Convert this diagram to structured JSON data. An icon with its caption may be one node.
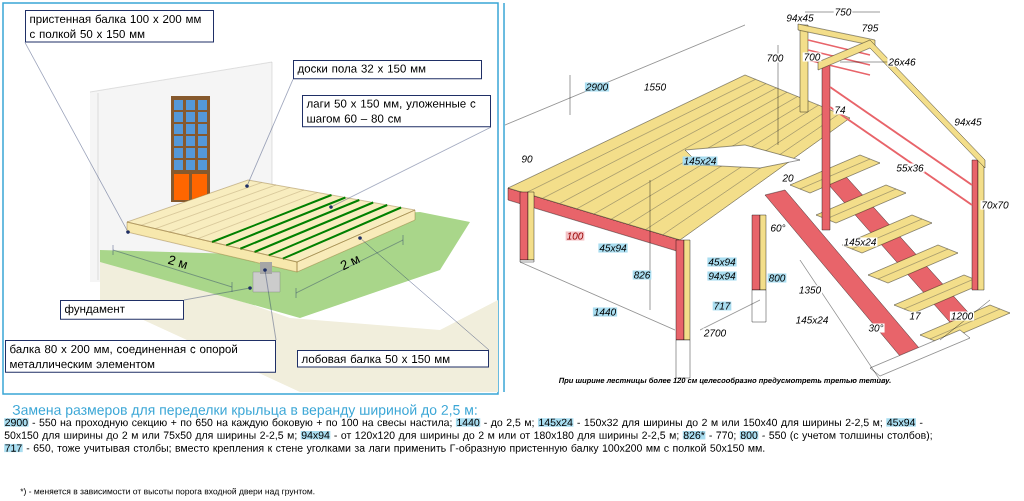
{
  "diagram": {
    "nodes": [
      {
        "text": [
          "пристенная балка 100 x 200 мм с полкой 50 x 150 мм"
        ]
      },
      {
        "text": [
          "доски пола 32 x 150 мм"
        ]
      },
      {
        "text": [
          "лаги 50 x 150 мм, уложенные с шагом 60 – 80 см"
        ]
      },
      {
        "text": [
          "фундамент"
        ]
      },
      {
        "text": [
          "балка 80 x 200 мм, соединенная с опорой металлическим элементом"
        ]
      },
      {
        "text": [
          "лобовая балка 50 x 150 мм"
        ]
      },
      {
        "text": [],
        "shape": "circle"
      },
      {
        "text": [],
        "shape": "circle"
      },
      {
        "text": [],
        "shape": "circle"
      },
      {
        "text": [],
        "shape": "circle"
      },
      {
        "text": [],
        "shape": "circle"
      },
      {
        "text": [],
        "shape": "circle"
      }
    ],
    "edges": [
      {
        "from": 0,
        "to": 6,
        "arrow": "none"
      },
      {
        "from": 1,
        "to": 7,
        "arrow": "none"
      },
      {
        "from": 2,
        "to": 8,
        "arrow": "none"
      },
      {
        "from": 3,
        "to": 9,
        "arrow": "none"
      },
      {
        "from": 4,
        "to": 10,
        "arrow": "none"
      },
      {
        "from": 5,
        "to": 11,
        "arrow": "none"
      }
    ],
    "labels": [
      "2 м",
      "2 м",
      "2900",
      "1550",
      "94x45",
      "750",
      "795",
      "700",
      "700",
      "26x46",
      "74",
      "94x45",
      "90",
      "145x24",
      "20",
      "55x36",
      "70x70",
      "100",
      "45x94",
      "60°",
      "145x24",
      "45x94",
      "826",
      "94x94",
      "800",
      "1350",
      "1200",
      "717",
      "145x24",
      "1440",
      "30°",
      "17",
      "2700",
      "При ширине лестницы более 120 см целесообразно предусмотреть третью тетиву.",
      "Замена размеров для переделки крыльца в веранду шириной до 2,5 м:",
      "2900",
      "- 550 на проходную секцию + по 650 на каждую боковую + по 100 на свесы настила;",
      "1440",
      "- до 2,5 м;",
      "145x24",
      "- 150x32 для ширины до 2 м или 150x40 для ширины 2-2,5 м;",
      "45x94",
      "- 50x150 для ширины до 2 м или 75x50 для ширины 2-2,5 м;",
      "94x94",
      "- от 120x120 для ширины до 2 м или от 180x180 для ширины 2-2,5 м;",
      "826*",
      "- 770;",
      "800",
      "- 550 (с учетом толшины столбов);",
      "717",
      "- 650, тоже учитывая столбы; вместо крепления к стене уголками за лаги применить Г-образную пристенную балку 100x200 мм с полкой 50x150 мм.",
      "*) - меняется в зависимости от высоты порога входной двери над грунтом."
    ]
  }
}
